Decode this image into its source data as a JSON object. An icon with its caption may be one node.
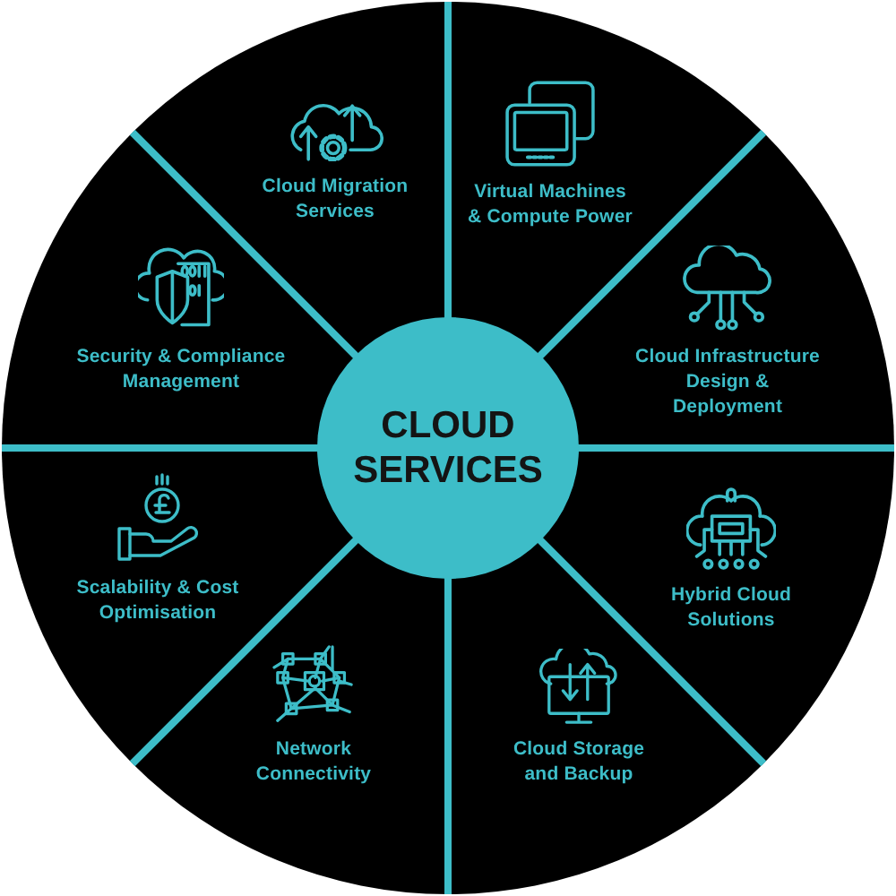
{
  "diagram": {
    "nodes": [
      {
        "text": [
          "CLOUD SERVICES"
        ]
      },
      {
        "text": [
          "Cloud Migration Services"
        ]
      },
      {
        "text": [
          "Virtual Machines & Compute Power"
        ]
      },
      {
        "text": [
          "Cloud Infrastructure Design & Deployment"
        ]
      },
      {
        "text": [
          "Hybrid Cloud Solutions"
        ]
      },
      {
        "text": [
          "Cloud Storage and Backup"
        ]
      },
      {
        "text": [
          "Network Connectivity"
        ]
      },
      {
        "text": [
          "Scalability & Cost Optimisation"
        ]
      },
      {
        "text": [
          "Security & Compliance Management"
        ]
      }
    ]
  }
}
